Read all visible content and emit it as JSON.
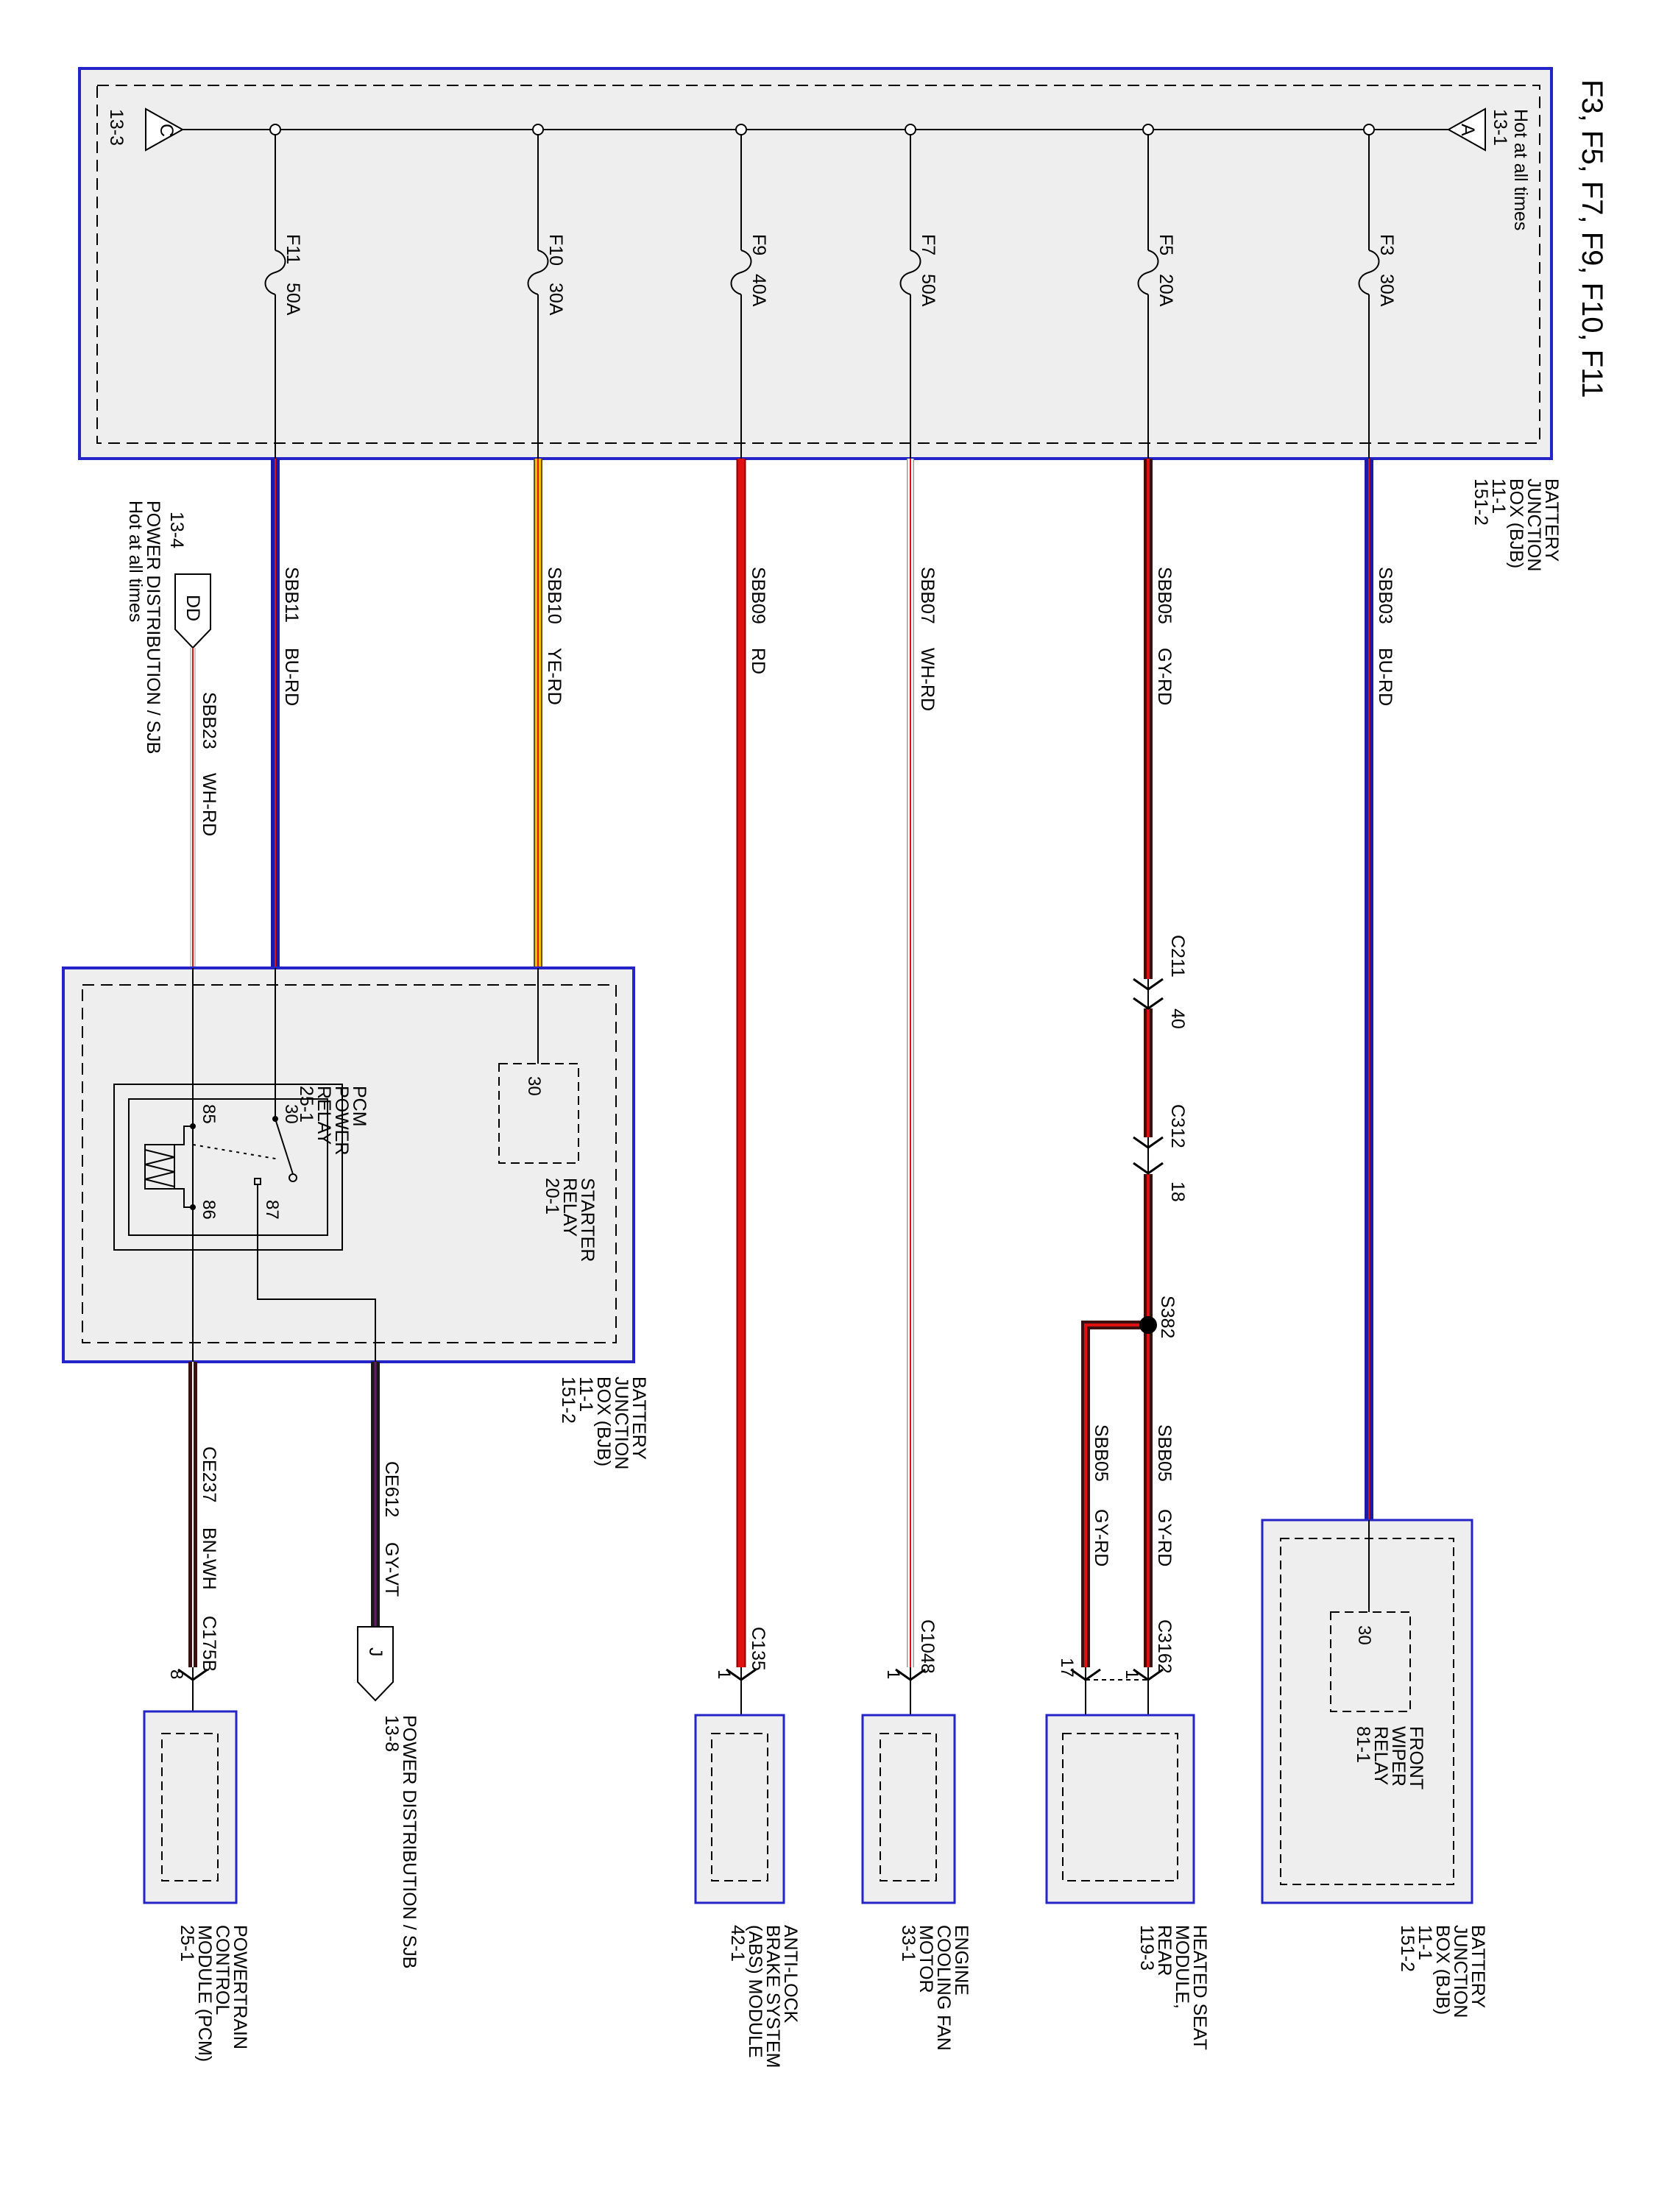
{
  "diagram": {
    "title": "F3, F5, F7, F9, F10, F11",
    "bjb_top": {
      "hot_text": "Hot at all times",
      "ref_a": "13-1",
      "ref_c": "13-3",
      "triangle_a": "A",
      "triangle_c": "C",
      "label": [
        "BATTERY",
        "JUNCTION",
        "BOX (BJB)",
        "11-1",
        "151-2"
      ]
    },
    "fuses": [
      {
        "id": "f3",
        "name": "F3",
        "amps": "30A",
        "wire": "SBB03",
        "color": "BU-RD"
      },
      {
        "id": "f5",
        "name": "F5",
        "amps": "20A",
        "wire": "SBB05",
        "color": "GY-RD"
      },
      {
        "id": "f7",
        "name": "F7",
        "amps": "50A",
        "wire": "SBB07",
        "color": "WH-RD"
      },
      {
        "id": "f9",
        "name": "F9",
        "amps": "40A",
        "wire": "SBB09",
        "color": "RD"
      },
      {
        "id": "f10",
        "name": "F10",
        "amps": "30A",
        "wire": "SBB10",
        "color": "YE-RD"
      },
      {
        "id": "f11",
        "name": "F11",
        "amps": "50A",
        "wire": "SBB11",
        "color": "BU-RD"
      }
    ],
    "sbb23": {
      "wire": "SBB23",
      "color": "WH-RD",
      "connector": "DD",
      "ref": "13-4",
      "label": "POWER DISTRIBUTION / SJB",
      "hot": "Hot at all times"
    },
    "connectors": {
      "c211": "C211",
      "c211_pin": "40",
      "c312": "C312",
      "c312_pin": "18",
      "splice": "S382"
    },
    "split_wires": {
      "left_wire": "SBB05",
      "left_color": "GY-RD",
      "right_wire": "SBB05",
      "right_color": "GY-RD"
    },
    "bjb_bottom": {
      "label": [
        "BATTERY",
        "JUNCTION",
        "BOX (BJB)",
        "11-1",
        "151-2"
      ],
      "starter_relay": {
        "pin": "30",
        "label": [
          "STARTER",
          "RELAY",
          "20-1"
        ]
      },
      "pcm_relay": {
        "label": [
          "PCM",
          "POWER",
          "RELAY",
          "25-1"
        ],
        "pin30": "30",
        "pin85": "85",
        "pin86": "86",
        "pin87": "87"
      }
    },
    "output_wires": {
      "ce237": {
        "wire": "CE237",
        "color": "BN-WH"
      },
      "ce612": {
        "wire": "CE612",
        "color": "GY-VT"
      }
    },
    "power_dist_j": {
      "letter": "J",
      "label": "POWER DISTRIBUTION / SJB",
      "ref": "13-8"
    },
    "modules": {
      "pcm": {
        "connector": "C175B",
        "pin": "8",
        "label": [
          "POWERTRAIN",
          "CONTROL",
          "MODULE (PCM)",
          "25-1"
        ]
      },
      "abs": {
        "connector": "C135",
        "pin": "1",
        "label": [
          "ANTI-LOCK",
          "BRAKE SYSTEM",
          "(ABS) MODULE",
          "42-1"
        ]
      },
      "fan": {
        "connector": "C1048",
        "pin": "1",
        "label": [
          "ENGINE",
          "COOLING FAN",
          "MOTOR",
          "33-1"
        ]
      },
      "heated_seat": {
        "connector": "C3162",
        "pin_a": "1",
        "pin_b": "17",
        "label": [
          "HEATED SEAT",
          "MODULE,",
          "REAR",
          "119-3"
        ]
      },
      "bjb_wiper": {
        "pin": "30",
        "relay_label": [
          "FRONT",
          "WIPER",
          "RELAY",
          "81-1"
        ],
        "label": [
          "BATTERY",
          "JUNCTION",
          "BOX (BJB)",
          "11-1",
          "151-2"
        ]
      }
    },
    "colors": {
      "blue": "#1a1aa8",
      "red": "#e01010",
      "dark": "#3a1010",
      "yellow": "#f2c200",
      "box": "#2424c8",
      "fill": "#eeeeee"
    }
  }
}
